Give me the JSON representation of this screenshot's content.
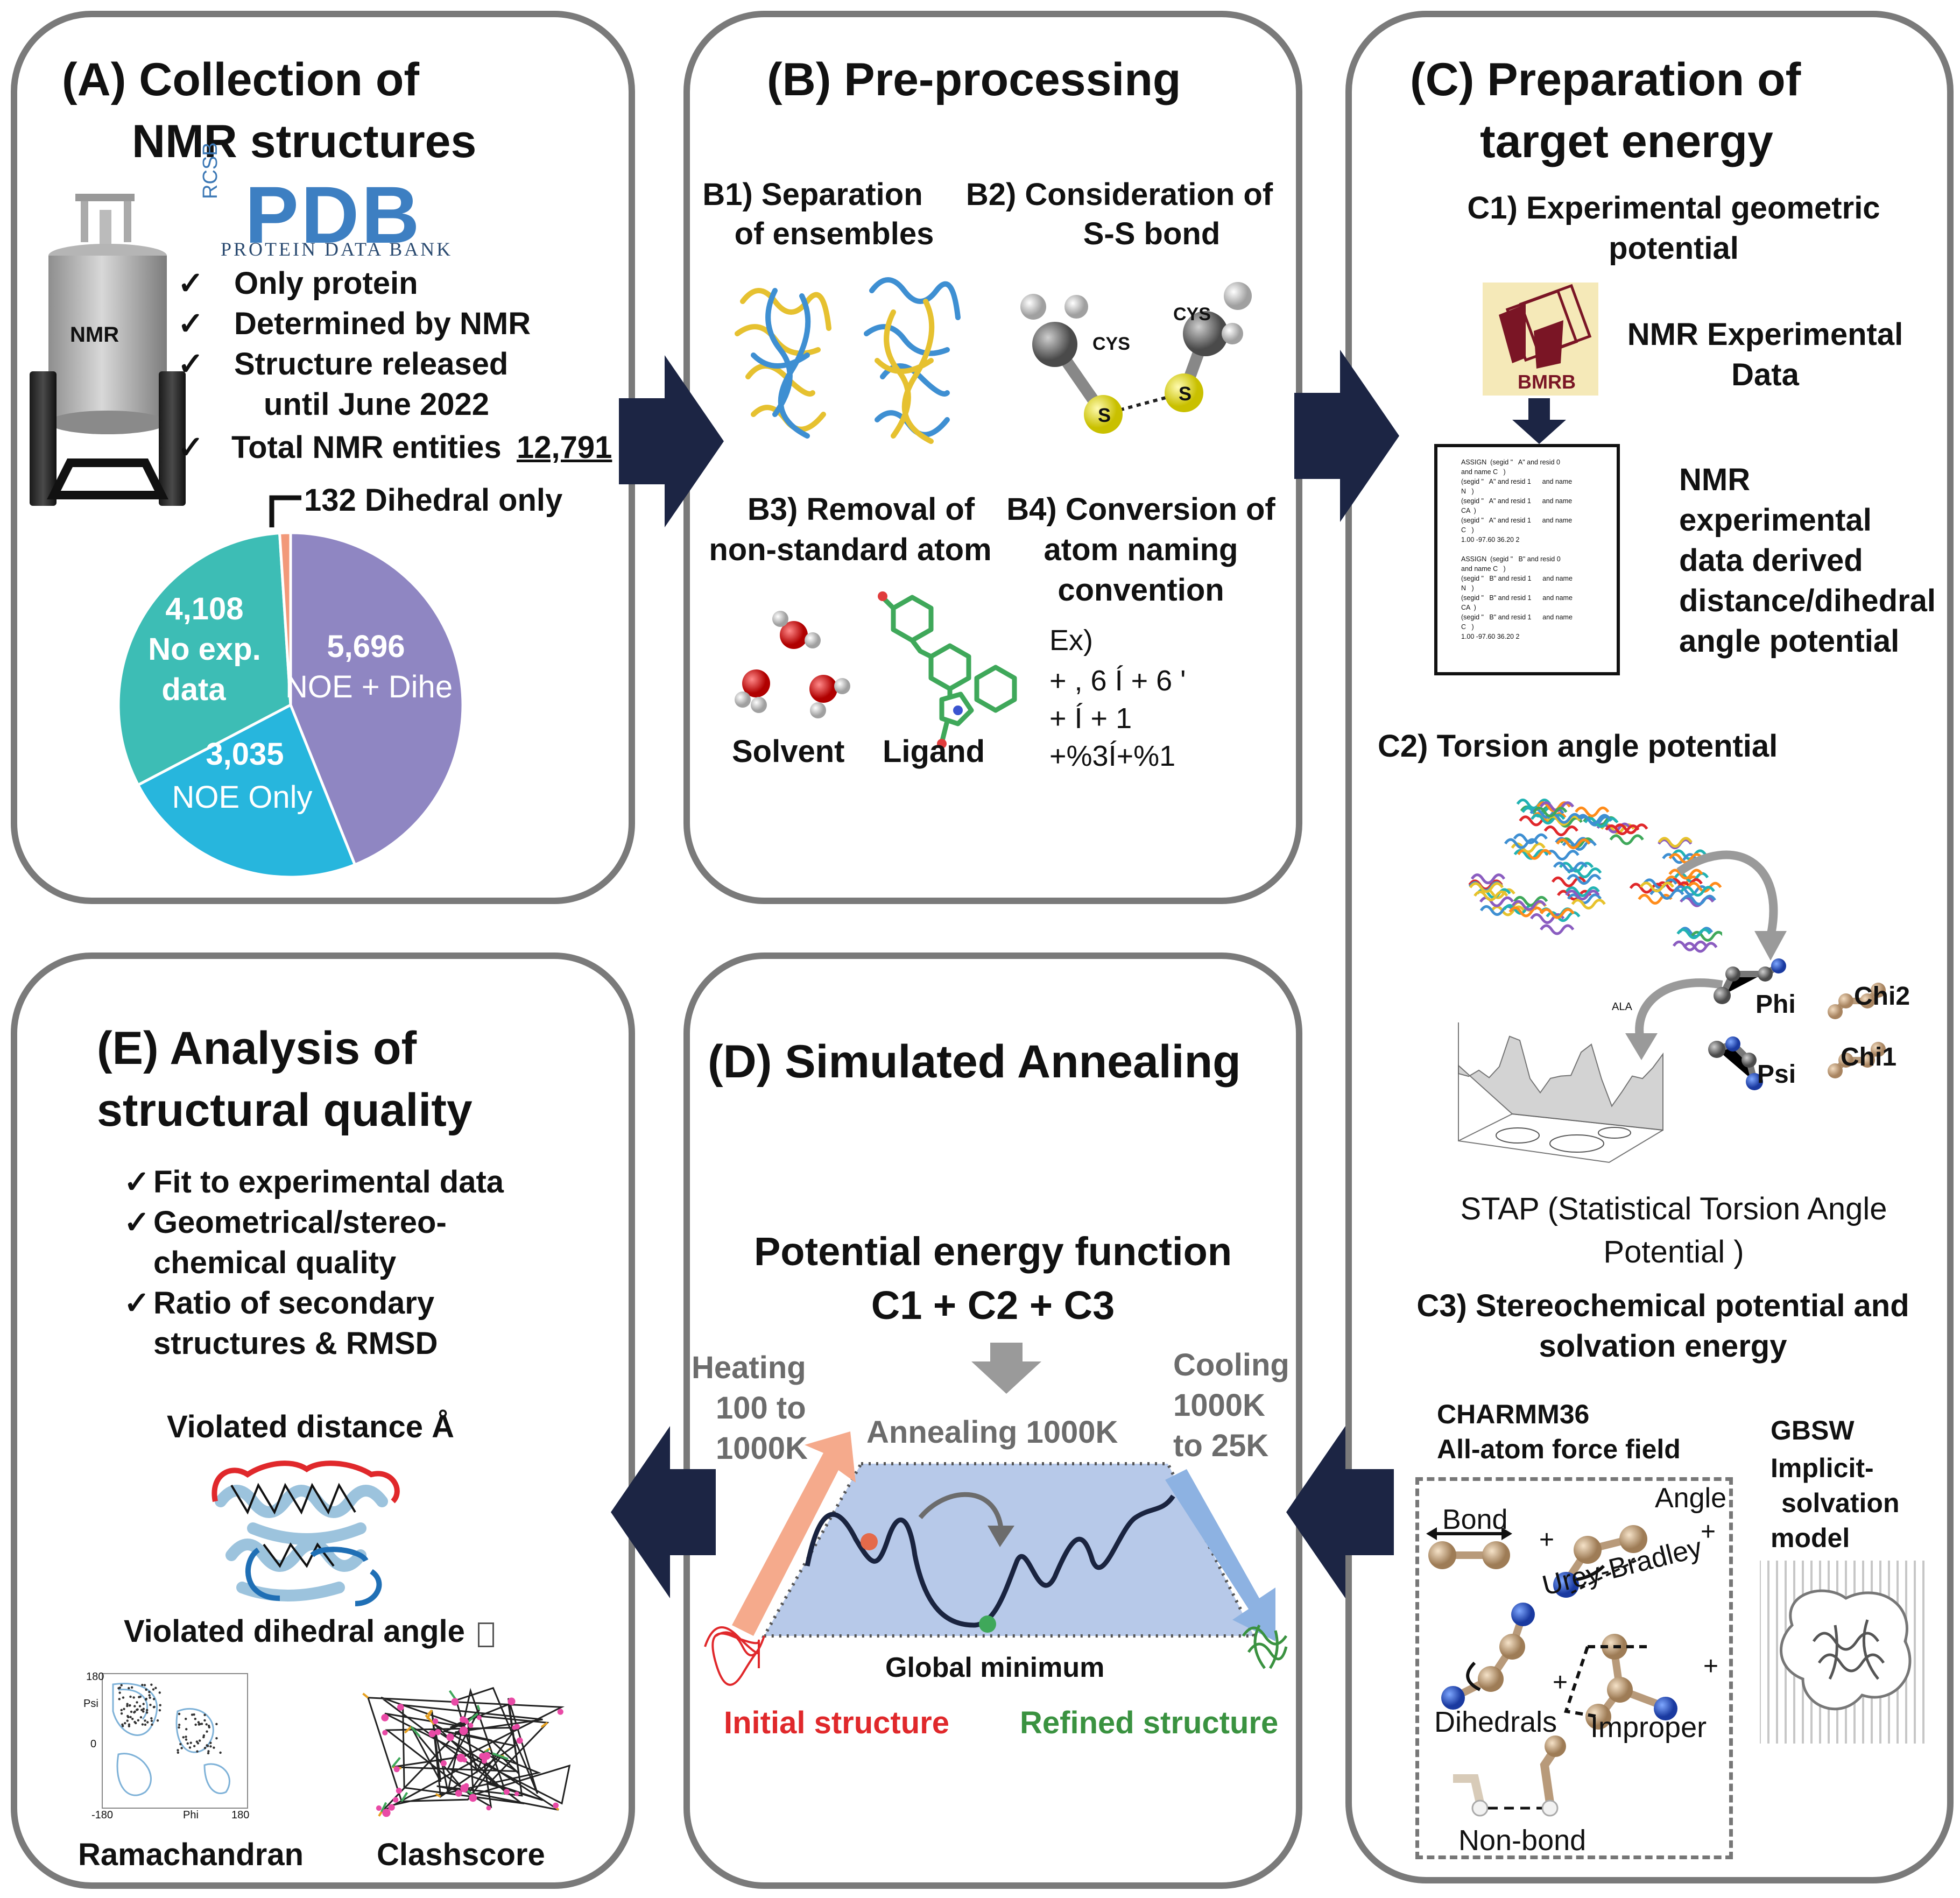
{
  "colors": {
    "panel_border": "#7a7a7a",
    "arrow": "#1c2544",
    "pie_purple": "#8f86c2",
    "pie_cyan": "#27b6dd",
    "pie_teal": "#3dbdb5",
    "pie_salmon": "#f2997a",
    "annealing_fill": "#b7c9e9",
    "heating": "#f5aa8c",
    "cooling": "#8db2e2",
    "initial_red": "#e0282b",
    "refined_green": "#3a9240"
  },
  "panelA": {
    "title1": "(A) Collection of",
    "title2": "NMR structures",
    "pdb_side": "RCSB",
    "pdb_logo": "PDB",
    "pdb_sub": "PROTEIN DATA BANK",
    "magnet_label": "NMR",
    "check": "✓",
    "criteria": [
      "Only protein",
      "Determined by NMR",
      "Structure released",
      "until June 2022"
    ],
    "total_label": "Total NMR entities",
    "total_value": "12,791",
    "dihedral_only": "132 Dihedral only"
  },
  "chart_data": {
    "type": "pie",
    "categories": [
      "NOE + Dihe",
      "NOE Only",
      "No exp. data",
      "Dihedral only"
    ],
    "values": [
      5696,
      3035,
      4108,
      132
    ],
    "labels": [
      [
        "5,696",
        "NOE + Dihe"
      ],
      [
        "3,035",
        "NOE Only"
      ],
      [
        "4,108",
        "No exp.",
        "data"
      ],
      [
        "132 Dihedral only"
      ]
    ]
  },
  "panelB": {
    "title": "(B) Pre-processing",
    "b1": [
      "B1) Separation",
      "of ensembles"
    ],
    "b2": [
      "B2) Consideration of",
      "S-S bond"
    ],
    "cys": "CYS",
    "s": "S",
    "b3": [
      "B3) Removal of",
      "non-standard atom"
    ],
    "b4": [
      "B4) Conversion of",
      "atom naming",
      "convention"
    ],
    "solvent": "Solvent",
    "ligand": "Ligand",
    "ex": [
      "Ex)",
      "+ , 6 Í + 6 '",
      "+ Í + 1",
      "+%3Í+%1"
    ]
  },
  "panelC": {
    "title1": "(C) Preparation of",
    "title2": "target energy",
    "c1": [
      "C1) Experimental geometric",
      "potential"
    ],
    "bmrb": "BMRB",
    "nmr_exp": [
      "NMR Experimental",
      "Data"
    ],
    "doc_lines": [
      "ASSIGN  (segid \"   A\" and resid 0",
      "and name C   )",
      "(segid \"   A\" and resid 1      and name",
      "N   )",
      "(segid \"   A\" and resid 1      and name",
      "CA  )",
      "(segid \"   A\" and resid 1      and name",
      "C   )",
      "1.00 -97.60 36.20 2",
      "",
      "ASSIGN  (segid \"   B\" and resid 0",
      "and name C   )",
      "(segid \"   B\" and resid 1      and name",
      "N   )",
      "(segid \"   B\" and resid 1      and name",
      "CA  )",
      "(segid \"   B\" and resid 1      and name",
      "C   )",
      "1.00 -97.60 36.20 2"
    ],
    "derived": [
      "NMR",
      "experimental",
      "data derived",
      "distance/dihedral",
      "angle potential"
    ],
    "c2": "C2) Torsion angle potential",
    "phi": "Phi",
    "psi": "Psi",
    "chi1": "Chi1",
    "chi2": "Chi2",
    "ala": "ALA",
    "stap1": "STAP (Statistical Torsion Angle",
    "stap2": "Potential )",
    "c3": [
      "C3) Stereochemical potential and",
      "solvation energy"
    ],
    "charmm": [
      "CHARMM36",
      "All-atom  force  field"
    ],
    "gbsw": [
      "GBSW",
      "Implicit-",
      "solvation",
      "model"
    ],
    "bond": "Bond",
    "angle": "Angle",
    "urey": "Urey-Bradley",
    "dihedrals": "Dihedrals",
    "improper": "Improper",
    "nonbond": "Non-bond",
    "plus": "+"
  },
  "panelD": {
    "title": "(D) Simulated Annealing",
    "pef": [
      "Potential energy function",
      "C1 + C2 + C3"
    ],
    "heating": [
      "Heating",
      "100  to",
      "1000K"
    ],
    "cooling": [
      "Cooling",
      "1000K",
      "to 25K"
    ],
    "annealing": "Annealing 1000K",
    "global_min": "Global minimum",
    "initial": "Initial structure",
    "refined": "Refined structure"
  },
  "panelE": {
    "title1": "(E) Analysis of",
    "title2": "structural quality",
    "check": "✓",
    "items": [
      [
        "Fit to experimental data"
      ],
      [
        "Geometrical/stereo-",
        "chemical quality"
      ],
      [
        "Ratio of secondary",
        "structures & RMSD"
      ]
    ],
    "violated_distance": "Violated distance Å",
    "violated_dihedral": "Violated dihedral angle",
    "rama": "Ramachandran",
    "clash": "Clashscore",
    "rama_psi": "Psi",
    "rama_phi": "Phi",
    "rama_180": "180",
    "rama_0": "0",
    "rama_m180": "-180"
  }
}
